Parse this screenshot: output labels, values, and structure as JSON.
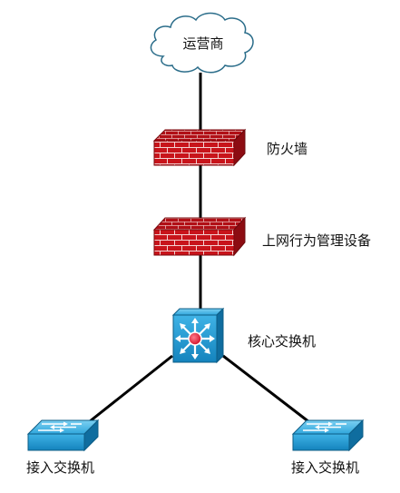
{
  "nodes": {
    "isp": {
      "label": "运营商",
      "icon": "cloud-icon"
    },
    "firewall": {
      "label": "防火墙",
      "icon": "firewall-icon"
    },
    "behavior_mgmt": {
      "label": "上网行为管理设备",
      "icon": "firewall-icon"
    },
    "core_switch": {
      "label": "核心交换机",
      "icon": "layer3-switch-icon"
    },
    "access_left": {
      "label": "接入交换机",
      "icon": "switch-icon"
    },
    "access_right": {
      "label": "接入交换机",
      "icon": "switch-icon"
    }
  },
  "colors": {
    "link": "#000000",
    "firewall_red": "#c8141b",
    "switch_blue": "#1a9fd8",
    "core_center": "#e8223a"
  }
}
